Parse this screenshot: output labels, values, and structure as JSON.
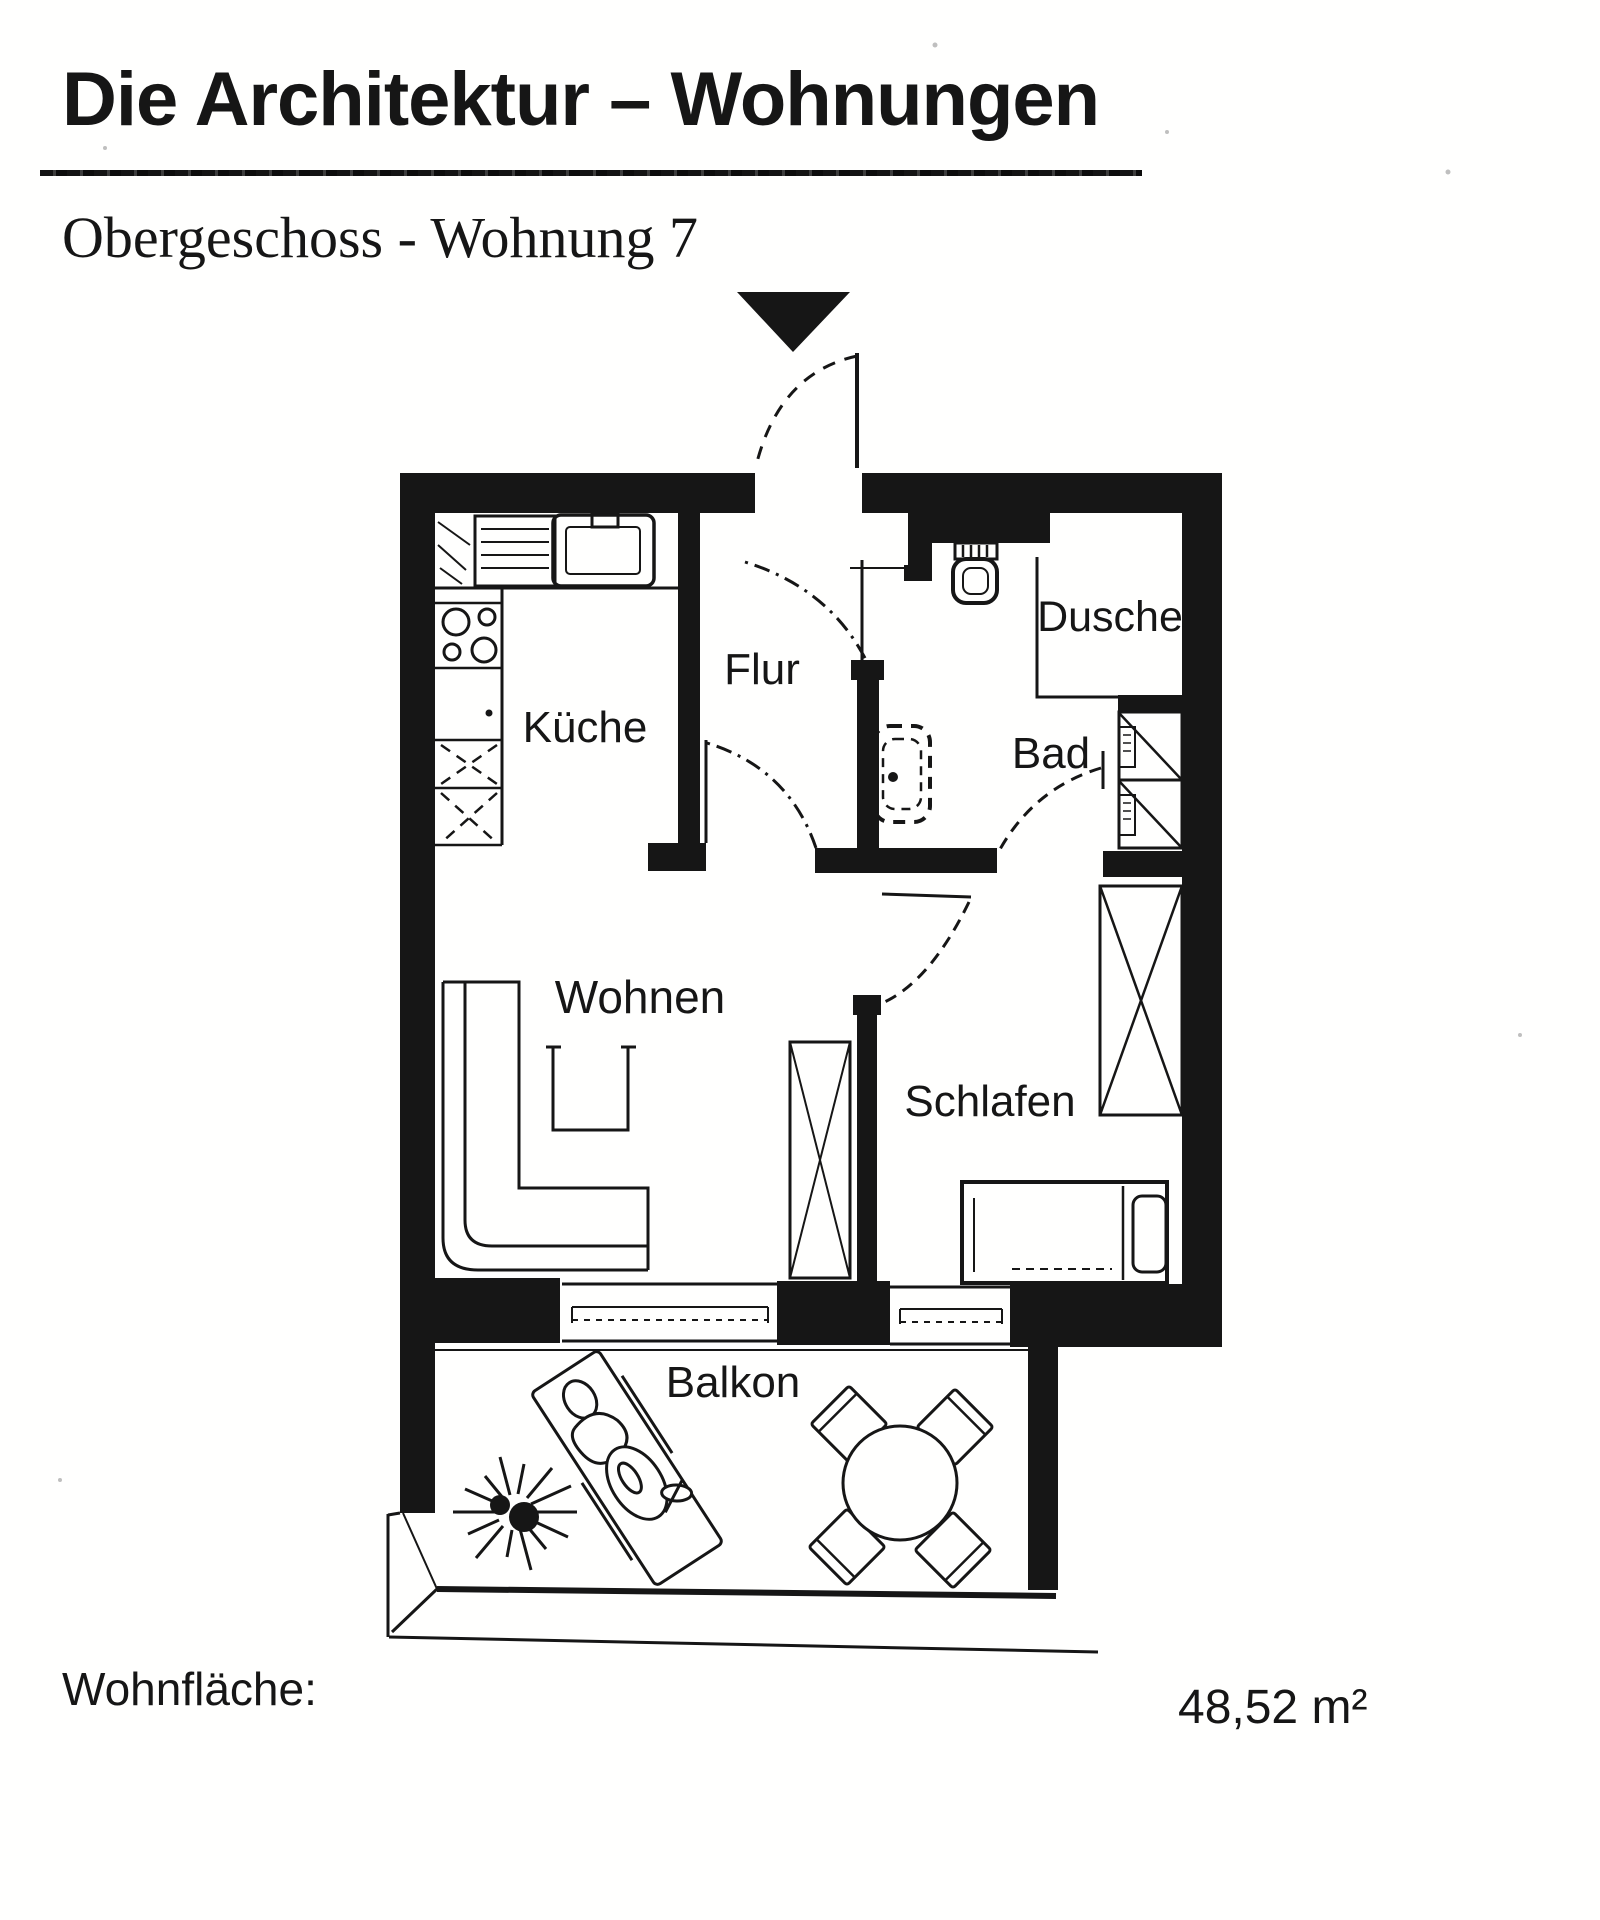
{
  "page": {
    "title": "Die Architektur – Wohnungen",
    "subtitle": "Obergeschoss - Wohnung 7",
    "footer": {
      "label": "Wohnfläche:",
      "value": "48,52 m²"
    }
  },
  "floorplan": {
    "rooms": {
      "kueche": "Küche",
      "flur": "Flur",
      "dusche": "Dusche",
      "bad": "Bad",
      "wohnen": "Wohnen",
      "schlafen": "Schlafen",
      "balkon": "Balkon"
    }
  },
  "colors": {
    "ink": "#161616",
    "paper": "#fffffe"
  }
}
